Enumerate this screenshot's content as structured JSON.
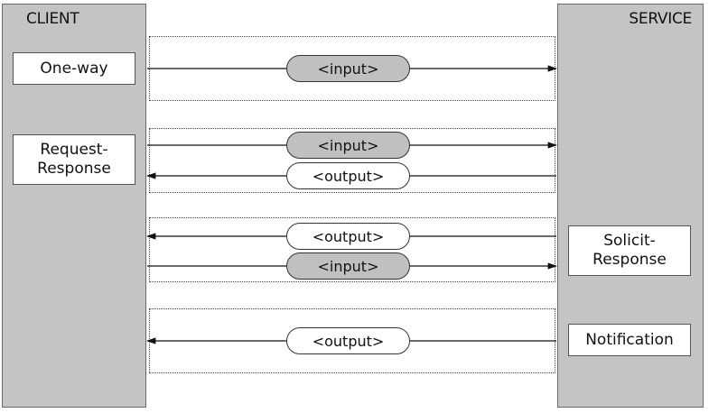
{
  "client": {
    "title": "CLIENT"
  },
  "service": {
    "title": "SERVICE"
  },
  "patterns": {
    "one_way": "One-way",
    "request_response": "Request-\nResponse",
    "solicit_response": "Solicit-\nResponse",
    "notification": "Notification"
  },
  "messages": {
    "input": "<input>",
    "output": "<output>"
  }
}
